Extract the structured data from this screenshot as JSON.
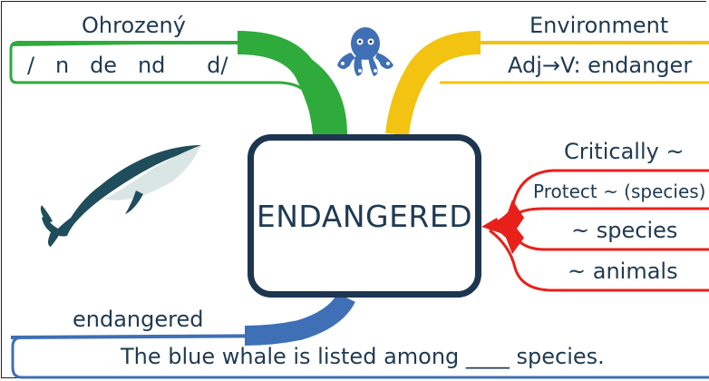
{
  "center": {
    "label": "ENDANGERED"
  },
  "branches": {
    "green": {
      "title": "Ohrozený",
      "content": "/   n   de   nd      d/",
      "color": "#2eab3b"
    },
    "yellow": {
      "title": "Environment",
      "content": "Adj→V: endanger",
      "color": "#f2c311"
    },
    "red": {
      "title": "Critically ~",
      "items": [
        "Protect ~ (species)",
        "~ species",
        "~ animals"
      ],
      "color": "#e8201a"
    },
    "blue": {
      "title": "endangered",
      "content": "The blue whale is listed among ____ species.",
      "color": "#3f6fb5"
    }
  },
  "icons": [
    "octopus-icon",
    "whale-image"
  ],
  "colors": {
    "text": "#1f3a52",
    "center_border": "#1e3550"
  }
}
